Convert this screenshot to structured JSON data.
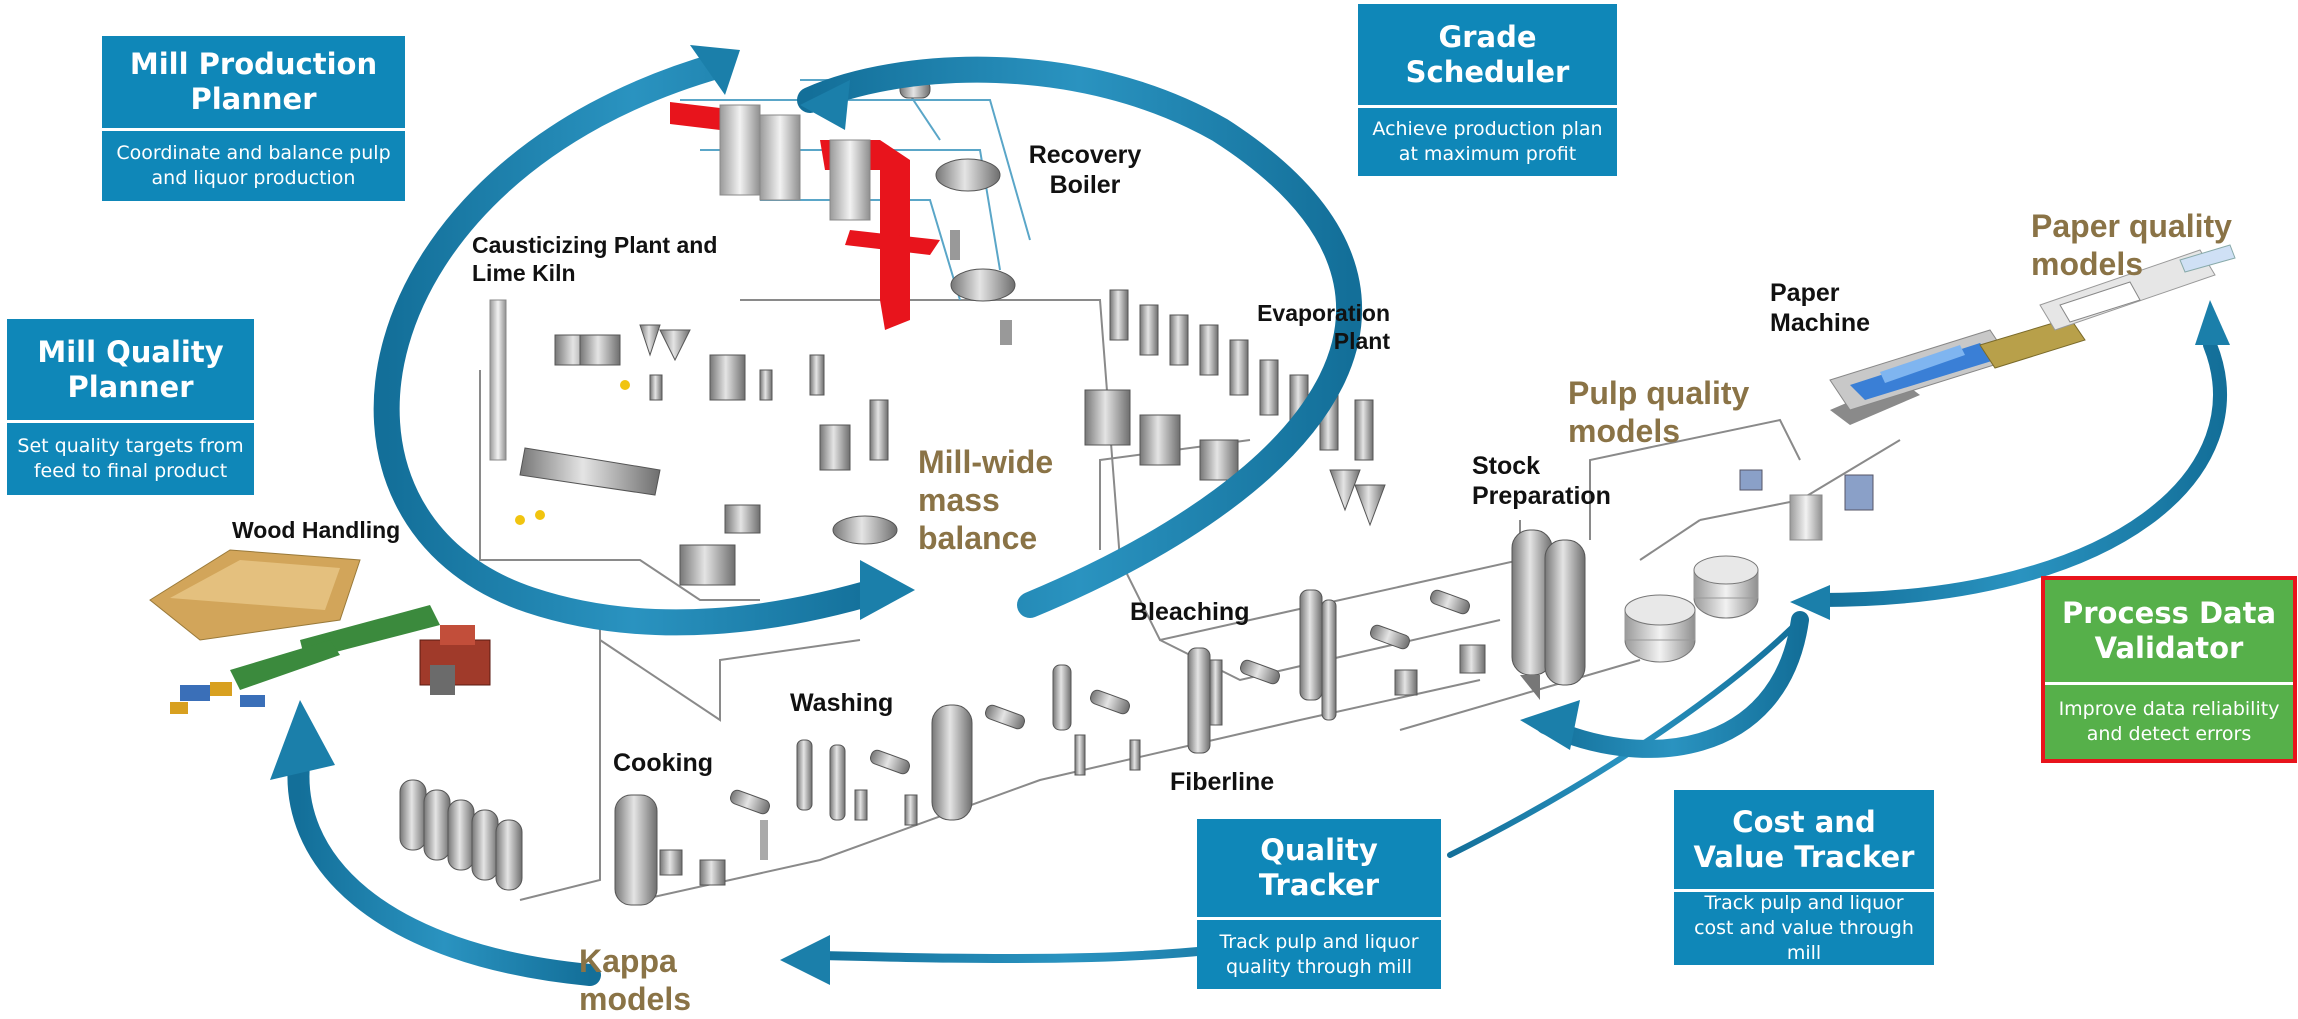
{
  "colors": {
    "card_blue": "#0f87b8",
    "card_green": "#56b04a",
    "highlight_border": "#e8141c",
    "arrow_blue": "#1a7fab",
    "model_label": "#8a7346",
    "recovery_red": "#e8141c"
  },
  "cards": {
    "mill_production_planner": {
      "title": "Mill Production Planner",
      "desc": "Coordinate and balance pulp and liquor production"
    },
    "grade_scheduler": {
      "title": "Grade Scheduler",
      "desc": "Achieve production plan at maximum profit"
    },
    "mill_quality_planner": {
      "title": "Mill Quality Planner",
      "desc": "Set quality targets from feed to final product"
    },
    "process_data_validator": {
      "title": "Process Data Validator",
      "desc": "Improve data reliability and detect errors"
    },
    "cost_value_tracker": {
      "title": "Cost and Value Tracker",
      "desc": "Track pulp and liquor cost and value through mill"
    },
    "quality_tracker": {
      "title": "Quality Tracker",
      "desc": "Track pulp and liquor quality through mill"
    }
  },
  "process_labels": {
    "recovery_boiler": "Recovery Boiler",
    "causticizing": "Causticizing Plant and Lime Kiln",
    "evaporation": "Evaporation Plant",
    "wood_handling": "Wood Handling",
    "cooking": "Cooking",
    "washing": "Washing",
    "bleaching": "Bleaching",
    "fiberline": "Fiberline",
    "stock_preparation": "Stock Preparation",
    "paper_machine": "Paper Machine"
  },
  "model_labels": {
    "mill_wide_mass_balance": "Mill-wide mass balance",
    "pulp_quality_models": "Pulp quality models",
    "paper_quality_models": "Paper quality models",
    "kappa_models": "Kappa models"
  }
}
